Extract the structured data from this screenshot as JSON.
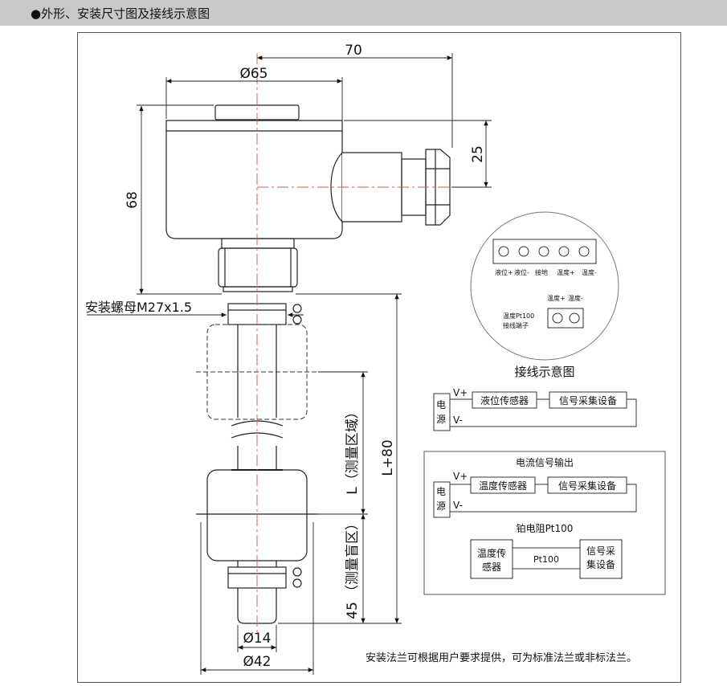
{
  "header": {
    "bullet": "●",
    "title": "外形、安装尺寸图及接线示意图"
  },
  "dimensions": {
    "overall_width": "70",
    "head_diameter": "Ø65",
    "head_height": "68",
    "gland_offset": "25",
    "mount_thread": "安装螺母M27x1.5",
    "measure_range": "L（测量区域）",
    "total_length": "L+80",
    "blind_zone": "（测量盲区）",
    "blind_length": "45",
    "rod_diameter": "Ø14",
    "float_diameter": "Ø42"
  },
  "terminal_block": {
    "top_labels": [
      "液位+",
      "液位-",
      "接地",
      "温度+",
      "温度-"
    ],
    "pt100_labels": [
      "温度+",
      "温度-"
    ],
    "pt100_caption_1": "温度Pt100",
    "pt100_caption_2": "接线端子",
    "caption": "接线示意图"
  },
  "wiring_level": {
    "v_plus": "V+",
    "v_minus": "V-",
    "power_1": "电",
    "power_2": "源",
    "sensor": "液位传感器",
    "collector": "信号采集设备"
  },
  "current_output": {
    "title": "电流信号输出",
    "v_plus": "V+",
    "v_minus": "V-",
    "power_1": "电",
    "power_2": "源",
    "sensor": "温度传感器",
    "collector": "信号采集设备"
  },
  "pt100_wiring": {
    "title": "铂电阻Pt100",
    "sensor_1": "温度传",
    "sensor_2": "感器",
    "link": "Pt100",
    "collector_1": "信号采",
    "collector_2": "集设备"
  },
  "note": "安装法兰可根据用户要求提供，可为标准法兰或非标法兰。"
}
